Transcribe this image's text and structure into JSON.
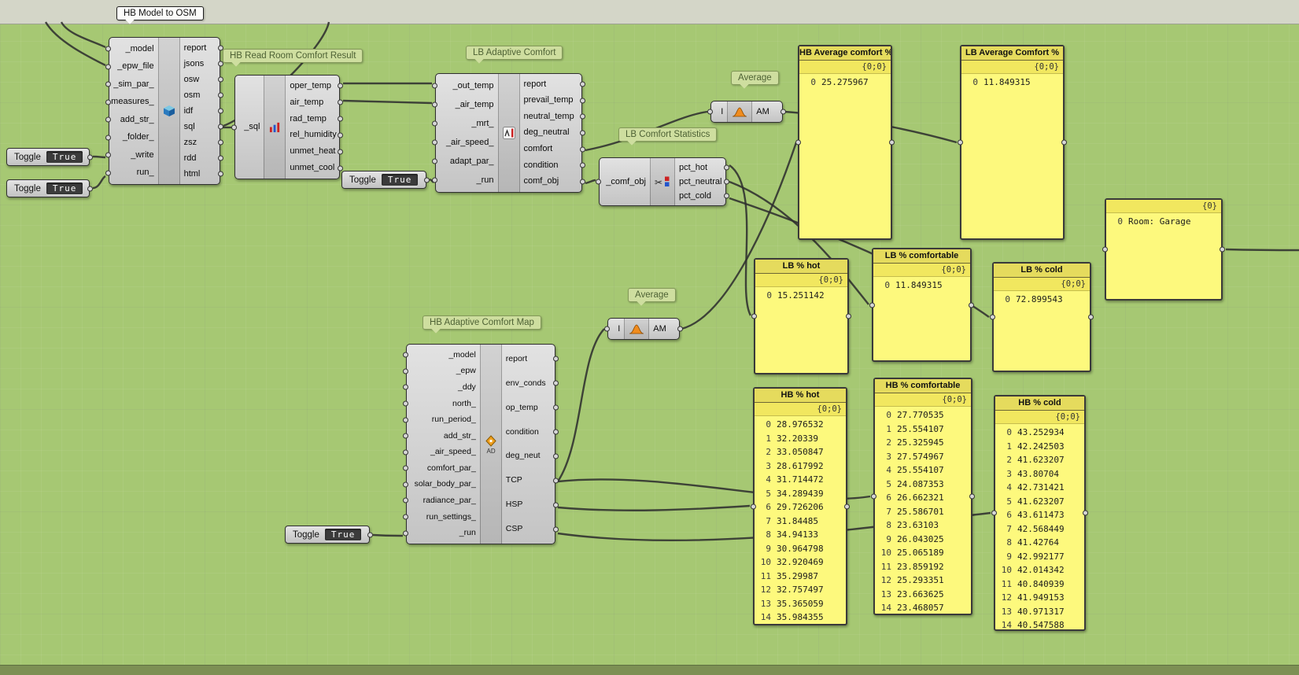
{
  "colors": {
    "canvas": "#a6c873",
    "panel_yellow": "#fdf97d",
    "component_gray": "#d0d0d0",
    "wire": "#2f2f2f",
    "toggle_value_bg": "#3b3b3b",
    "tag_green": "#cede9f"
  },
  "tags": {
    "model_to_osm": "HB Model to OSM",
    "read_room": "HB Read Room Comfort Result",
    "adaptive_comfort": "LB Adaptive Comfort",
    "comfort_stats": "LB Comfort Statistics",
    "average_1": "Average",
    "average_2": "Average",
    "comfort_map": "HB Adaptive Comfort Map"
  },
  "toggles": [
    {
      "label": "Toggle",
      "value": "True"
    },
    {
      "label": "Toggle",
      "value": "True"
    },
    {
      "label": "Toggle",
      "value": "True"
    },
    {
      "label": "Toggle",
      "value": "True"
    }
  ],
  "components": {
    "model_to_osm": {
      "inputs": [
        "_model",
        "_epw_file",
        "_sim_par_",
        "measures_",
        "add_str_",
        "_folder_",
        "_write",
        "run_"
      ],
      "outputs": [
        "report",
        "jsons",
        "osw",
        "osm",
        "idf",
        "sql",
        "zsz",
        "rdd",
        "html"
      ]
    },
    "read_room": {
      "inputs": [
        "_sql"
      ],
      "outputs": [
        "oper_temp",
        "air_temp",
        "rad_temp",
        "rel_humidity",
        "unmet_heat",
        "unmet_cool"
      ]
    },
    "adaptive_comfort": {
      "inputs": [
        "_out_temp",
        "_air_temp",
        "_mrt_",
        "_air_speed_",
        "adapt_par_",
        "_run"
      ],
      "outputs": [
        "report",
        "prevail_temp",
        "neutral_temp",
        "deg_neutral",
        "comfort",
        "condition",
        "comf_obj"
      ]
    },
    "comfort_stats": {
      "inputs": [
        "_comf_obj"
      ],
      "outputs": [
        "pct_hot",
        "pct_neutral",
        "pct_cold"
      ]
    },
    "average": {
      "inputs": [
        "I"
      ],
      "outputs": [
        "AM"
      ]
    },
    "comfort_map": {
      "inputs": [
        "_model",
        "_epw",
        "_ddy",
        "north_",
        "run_period_",
        "add_str_",
        "_air_speed_",
        "comfort_par_",
        "solar_body_par_",
        "radiance_par_",
        "run_settings_",
        "_run"
      ],
      "outputs": [
        "report",
        "env_conds",
        "op_temp",
        "condition",
        "deg_neut",
        "TCP",
        "HSP",
        "CSP"
      ]
    }
  },
  "panels": [
    {
      "title": "HB Average comfort %",
      "path": "{0;0}",
      "rows": [
        {
          "i": "0",
          "v": "25.275967"
        }
      ]
    },
    {
      "title": "LB Average Comfort %",
      "path": "{0;0}",
      "rows": [
        {
          "i": "0",
          "v": "11.849315"
        }
      ]
    },
    {
      "title": "",
      "path": "{0}",
      "rows": [
        {
          "i": "0",
          "v": "Room: Garage"
        }
      ]
    },
    {
      "title": "LB % hot",
      "path": "{0;0}",
      "rows": [
        {
          "i": "0",
          "v": "15.251142"
        }
      ]
    },
    {
      "title": "LB % comfortable",
      "path": "{0;0}",
      "rows": [
        {
          "i": "0",
          "v": "11.849315"
        }
      ]
    },
    {
      "title": "LB % cold",
      "path": "{0;0}",
      "rows": [
        {
          "i": "0",
          "v": "72.899543"
        }
      ]
    },
    {
      "title": "HB % hot",
      "path": "{0;0}",
      "rows": [
        {
          "i": "0",
          "v": "28.976532"
        },
        {
          "i": "1",
          "v": "32.20339"
        },
        {
          "i": "2",
          "v": "33.050847"
        },
        {
          "i": "3",
          "v": "28.617992"
        },
        {
          "i": "4",
          "v": "31.714472"
        },
        {
          "i": "5",
          "v": "34.289439"
        },
        {
          "i": "6",
          "v": "29.726206"
        },
        {
          "i": "7",
          "v": "31.84485"
        },
        {
          "i": "8",
          "v": "34.94133"
        },
        {
          "i": "9",
          "v": "30.964798"
        },
        {
          "i": "10",
          "v": "32.920469"
        },
        {
          "i": "11",
          "v": "35.29987"
        },
        {
          "i": "12",
          "v": "32.757497"
        },
        {
          "i": "13",
          "v": "35.365059"
        },
        {
          "i": "14",
          "v": "35.984355"
        }
      ]
    },
    {
      "title": "HB % comfortable",
      "path": "{0;0}",
      "rows": [
        {
          "i": "0",
          "v": "27.770535"
        },
        {
          "i": "1",
          "v": "25.554107"
        },
        {
          "i": "2",
          "v": "25.325945"
        },
        {
          "i": "3",
          "v": "27.574967"
        },
        {
          "i": "4",
          "v": "25.554107"
        },
        {
          "i": "5",
          "v": "24.087353"
        },
        {
          "i": "6",
          "v": "26.662321"
        },
        {
          "i": "7",
          "v": "25.586701"
        },
        {
          "i": "8",
          "v": "23.63103"
        },
        {
          "i": "9",
          "v": "26.043025"
        },
        {
          "i": "10",
          "v": "25.065189"
        },
        {
          "i": "11",
          "v": "23.859192"
        },
        {
          "i": "12",
          "v": "25.293351"
        },
        {
          "i": "13",
          "v": "23.663625"
        },
        {
          "i": "14",
          "v": "23.468057"
        }
      ]
    },
    {
      "title": "HB % cold",
      "path": "{0;0}",
      "rows": [
        {
          "i": "0",
          "v": "43.252934"
        },
        {
          "i": "1",
          "v": "42.242503"
        },
        {
          "i": "2",
          "v": "41.623207"
        },
        {
          "i": "3",
          "v": "43.80704"
        },
        {
          "i": "4",
          "v": "42.731421"
        },
        {
          "i": "5",
          "v": "41.623207"
        },
        {
          "i": "6",
          "v": "43.611473"
        },
        {
          "i": "7",
          "v": "42.568449"
        },
        {
          "i": "8",
          "v": "41.42764"
        },
        {
          "i": "9",
          "v": "42.992177"
        },
        {
          "i": "10",
          "v": "42.014342"
        },
        {
          "i": "11",
          "v": "40.840939"
        },
        {
          "i": "12",
          "v": "41.949153"
        },
        {
          "i": "13",
          "v": "40.971317"
        },
        {
          "i": "14",
          "v": "40.547588"
        }
      ]
    }
  ]
}
